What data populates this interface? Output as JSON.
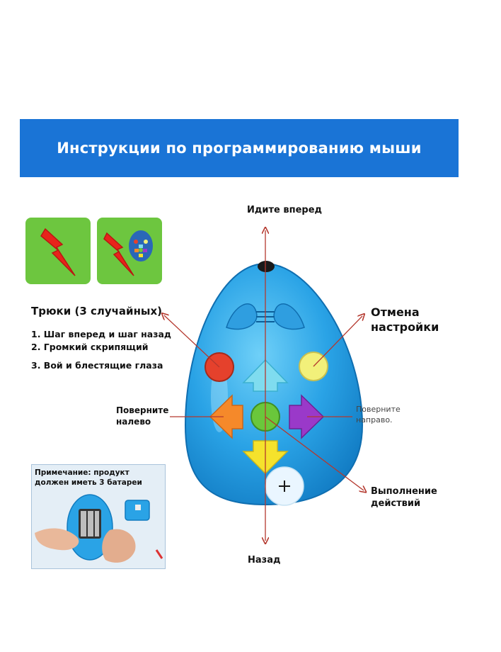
{
  "banner": {
    "title": "Инструкции по программированию мыши"
  },
  "directions": {
    "forward": "Идите вперед",
    "back": "Назад",
    "turn_left_line1": "Поверните",
    "turn_left_line2": "налево",
    "turn_right_line1": "Поверните",
    "turn_right_line2": "направо."
  },
  "tricks": {
    "title": "Трюки (3 случайных)",
    "items": [
      "1. Шаг вперед и шаг назад",
      "2. Громкий скрипящий",
      "3. Вой и блестящие глаза"
    ]
  },
  "cancel": {
    "line1": "Отмена",
    "line2": "настройки"
  },
  "execute": {
    "line1": "Выполнение",
    "line2": "действий"
  },
  "note": {
    "line1": "Примечание: продукт",
    "line2": "должен иметь 3 батареи"
  },
  "icons": {
    "tile1": "lightning-icon",
    "tile2": "lightning-with-mouse-icon",
    "plus": "plus-icon"
  },
  "colors": {
    "banner": "#1a74d6",
    "tile": "#6dc63f",
    "lightning": "#e8231b",
    "mouse_body": "#2aa3e6",
    "arrow_line": "#b4382e",
    "btn_red": "#e5412c",
    "btn_yellow": "#f2f07a",
    "btn_orange": "#f5892a",
    "btn_purple": "#9a39c9",
    "btn_green": "#6ac73b",
    "btn_yellow_down": "#f5e22c",
    "btn_cyan_up": "#7fdcef"
  }
}
